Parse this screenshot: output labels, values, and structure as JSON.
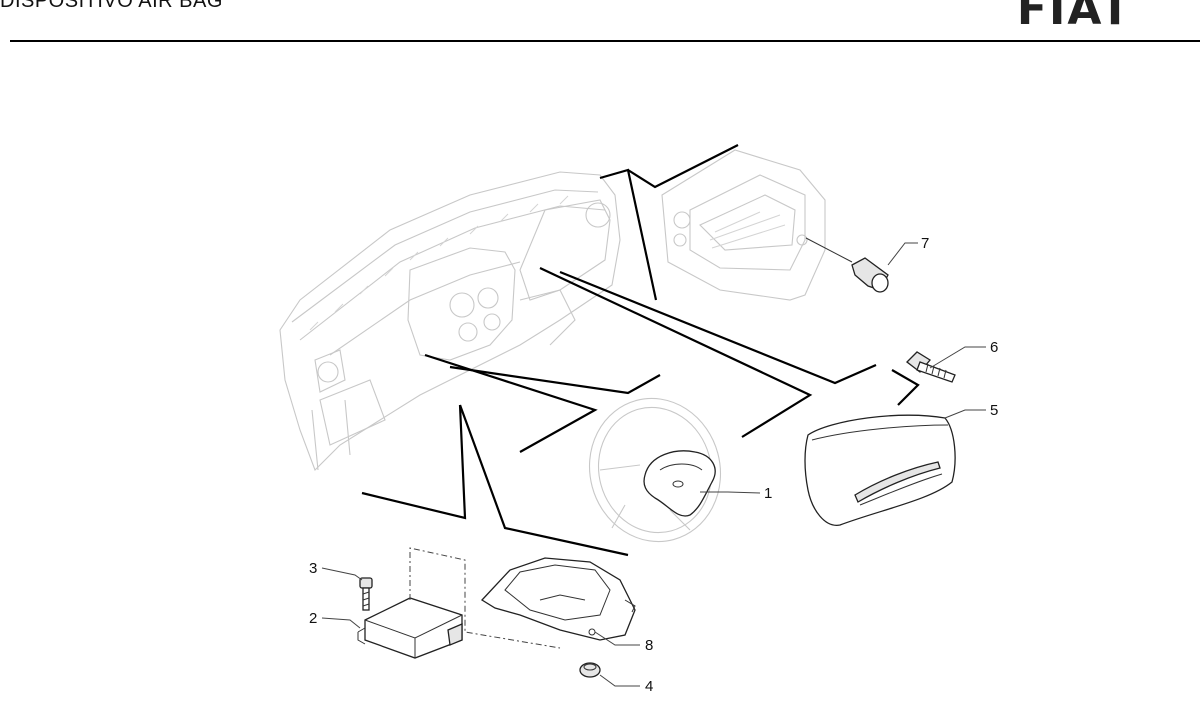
{
  "header": {
    "title": "DISPOSITIVO AIR BAG",
    "brand": "FIAT"
  },
  "parts": [
    {
      "id": "1",
      "label": "1"
    },
    {
      "id": "2",
      "label": "2"
    },
    {
      "id": "3",
      "label": "3"
    },
    {
      "id": "4",
      "label": "4"
    },
    {
      "id": "5",
      "label": "5"
    },
    {
      "id": "6",
      "label": "6"
    },
    {
      "id": "7",
      "label": "7"
    },
    {
      "id": "8",
      "label": "8"
    }
  ],
  "colors": {
    "line": "#000000",
    "ghost": "#c8c8c8",
    "background": "#ffffff"
  }
}
